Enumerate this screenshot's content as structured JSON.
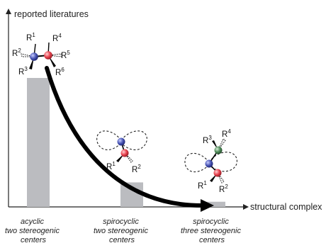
{
  "chart_data": {
    "type": "bar",
    "ylabel": "reported literatures",
    "xlabel": "structural complex",
    "categories": [
      [
        "acyclic",
        "two stereogenic",
        "centers"
      ],
      [
        "spirocyclic",
        "two stereogenic",
        "centers"
      ],
      [
        "spirocyclic",
        "three stereogenic",
        "centers"
      ]
    ],
    "values": [
      100,
      19,
      4
    ],
    "ylim": [
      0,
      100
    ],
    "grid": false,
    "bar_color": "#bbbcc0",
    "trend_arrow_color": "#000000"
  },
  "molecules": {
    "acyclic": {
      "substituents": [
        {
          "base": "R",
          "sup": "1"
        },
        {
          "base": "R",
          "sup": "2"
        },
        {
          "base": "R",
          "sup": "3"
        },
        {
          "base": "R",
          "sup": "4"
        },
        {
          "base": "R",
          "sup": "5"
        },
        {
          "base": "R",
          "sup": "6"
        }
      ]
    },
    "spiro_two": {
      "substituents": [
        {
          "base": "R",
          "sup": "1"
        },
        {
          "base": "R",
          "sup": "2"
        }
      ]
    },
    "spiro_three": {
      "substituents": [
        {
          "base": "R",
          "sup": "3"
        },
        {
          "base": "R",
          "sup": "4"
        },
        {
          "base": "R",
          "sup": "1"
        },
        {
          "base": "R",
          "sup": "2"
        }
      ]
    }
  },
  "atom_colors": {
    "blue": "#4a56b5",
    "red": "#e8434f",
    "green": "#4f8a58"
  }
}
